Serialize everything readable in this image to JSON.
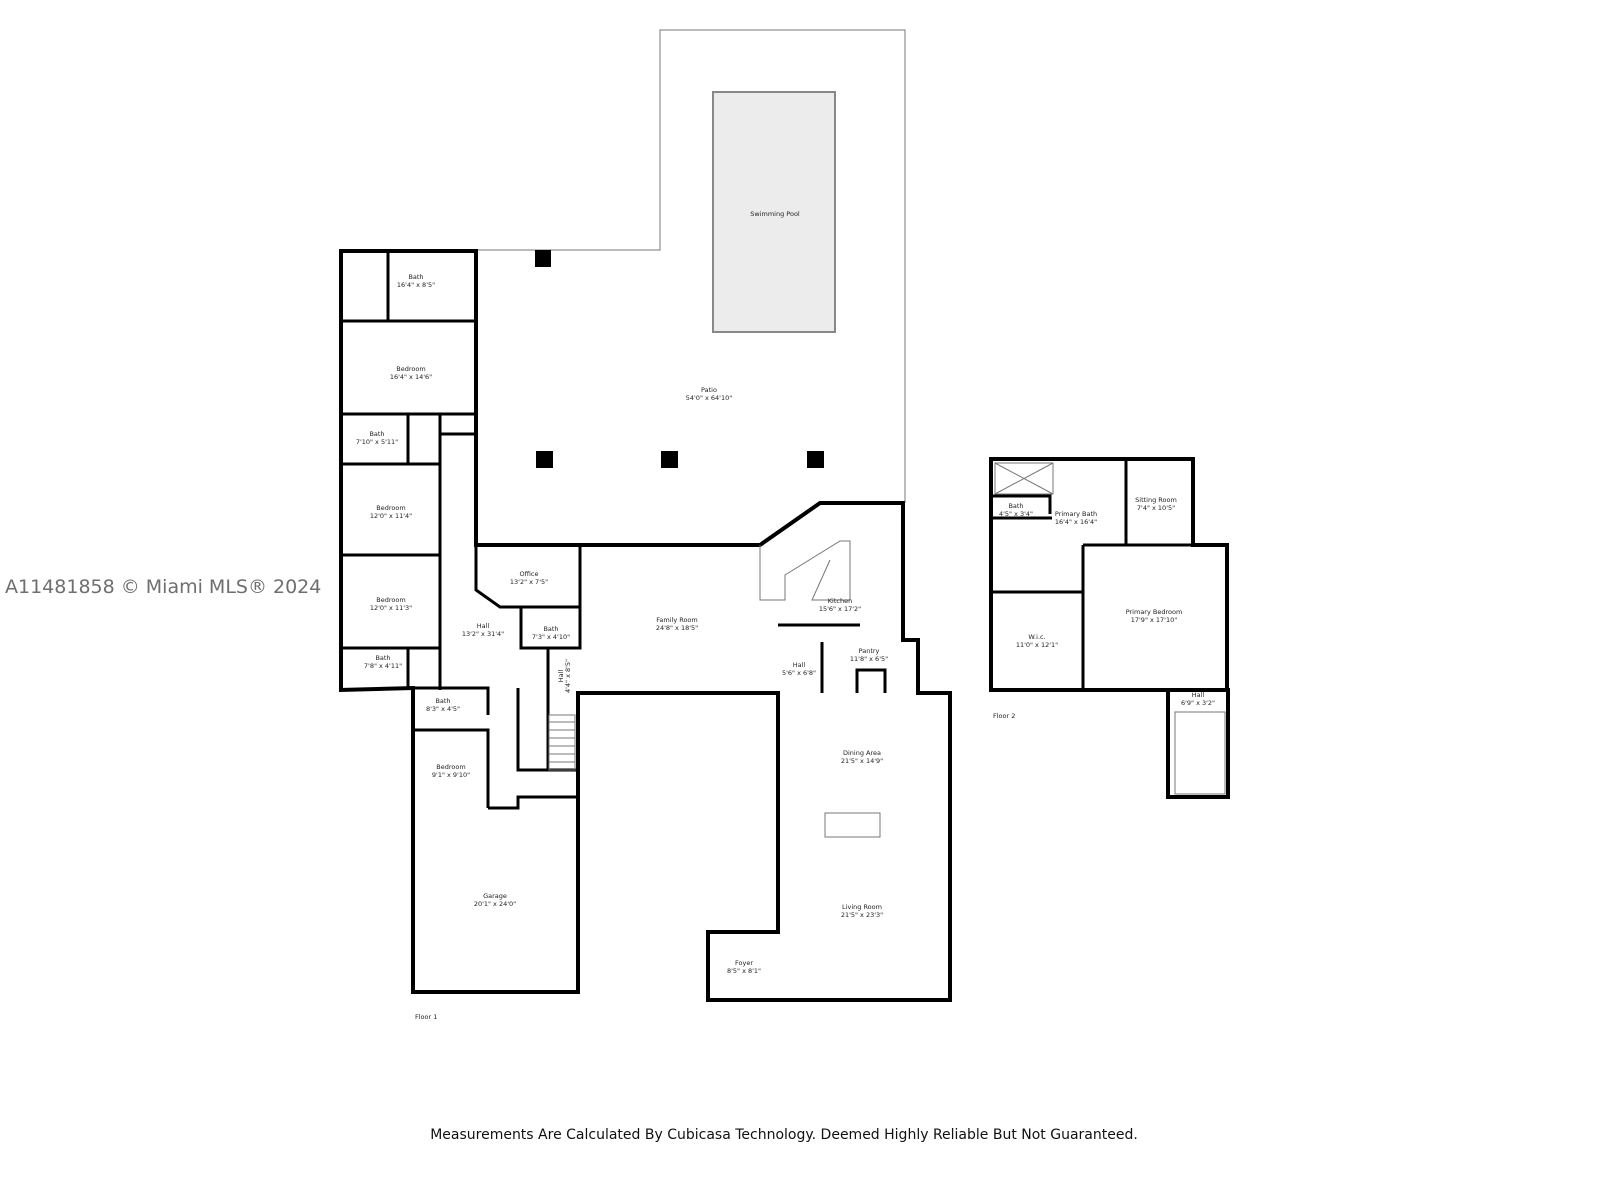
{
  "watermark": "A11481858 © Miami MLS® 2024",
  "disclaimer": "Measurements Are Calculated By Cubicasa Technology. Deemed Highly Reliable But Not Guaranteed.",
  "floor1": {
    "label": "Floor 1",
    "rooms": [
      {
        "name": "Swimming Pool",
        "dims": ""
      },
      {
        "name": "Patio",
        "dims": "54'0\" x 64'10\""
      },
      {
        "name": "Bath",
        "dims": "16'4\" x 8'5\""
      },
      {
        "name": "Bedroom",
        "dims": "16'4\" x 14'6\""
      },
      {
        "name": "Bath",
        "dims": "7'10\" x 5'11\""
      },
      {
        "name": "Bedroom",
        "dims": "12'0\" x 11'4\""
      },
      {
        "name": "Bedroom",
        "dims": "12'0\" x 11'3\""
      },
      {
        "name": "Bath",
        "dims": "7'8\" x 4'11\""
      },
      {
        "name": "Bath",
        "dims": "8'3\" x 4'5\""
      },
      {
        "name": "Bedroom",
        "dims": "9'1\" x 9'10\""
      },
      {
        "name": "Office",
        "dims": "13'2\" x 7'5\""
      },
      {
        "name": "Hall",
        "dims": "13'2\" x 31'4\""
      },
      {
        "name": "Bath",
        "dims": "7'3\" x 4'10\""
      },
      {
        "name": "Hall",
        "dims": "4'4\" x 8'5\""
      },
      {
        "name": "Family Room",
        "dims": "24'8\" x 18'5\""
      },
      {
        "name": "Kitchen",
        "dims": "15'6\" x 17'2\""
      },
      {
        "name": "Hall",
        "dims": "5'6\" x 6'8\""
      },
      {
        "name": "Pantry",
        "dims": "11'8\" x 6'5\""
      },
      {
        "name": "Dining Area",
        "dims": "21'5\" x 14'9\""
      },
      {
        "name": "Living Room",
        "dims": "21'5\" x 23'3\""
      },
      {
        "name": "Foyer",
        "dims": "8'5\" x 8'1\""
      },
      {
        "name": "Garage",
        "dims": "20'1\" x 24'0\""
      }
    ]
  },
  "floor2": {
    "label": "Floor 2",
    "rooms": [
      {
        "name": "Bath",
        "dims": "4'5\" x 3'4\""
      },
      {
        "name": "Primary Bath",
        "dims": "16'4\" x 16'4\""
      },
      {
        "name": "Sitting Room",
        "dims": "7'4\" x 10'5\""
      },
      {
        "name": "Primary Bedroom",
        "dims": "17'9\" x 17'10\""
      },
      {
        "name": "W.i.c.",
        "dims": "11'0\" x 12'1\""
      },
      {
        "name": "Hall",
        "dims": "6'9\" x 3'2\""
      }
    ]
  },
  "colors": {
    "wall": "#000000",
    "pool": "#ececec"
  }
}
